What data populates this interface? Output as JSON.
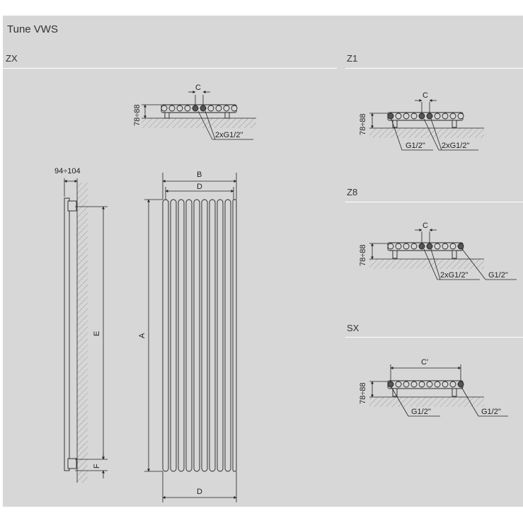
{
  "title": "Tune VWS",
  "sections": {
    "zx": "ZX",
    "z1": "Z1",
    "z8": "Z8",
    "sx": "SX"
  },
  "dimensions": {
    "depth_range": "94÷104",
    "wall_gap": "78÷88",
    "A": "A",
    "B": "B",
    "C": "C",
    "C_prime": "C'",
    "D": "D",
    "E": "E",
    "F": "F"
  },
  "connections": {
    "double": "2xG1/2\"",
    "single": "G1/2\""
  },
  "colors": {
    "panel": "#d7d7d7",
    "line": "#222222",
    "divider": "#ffffff"
  }
}
